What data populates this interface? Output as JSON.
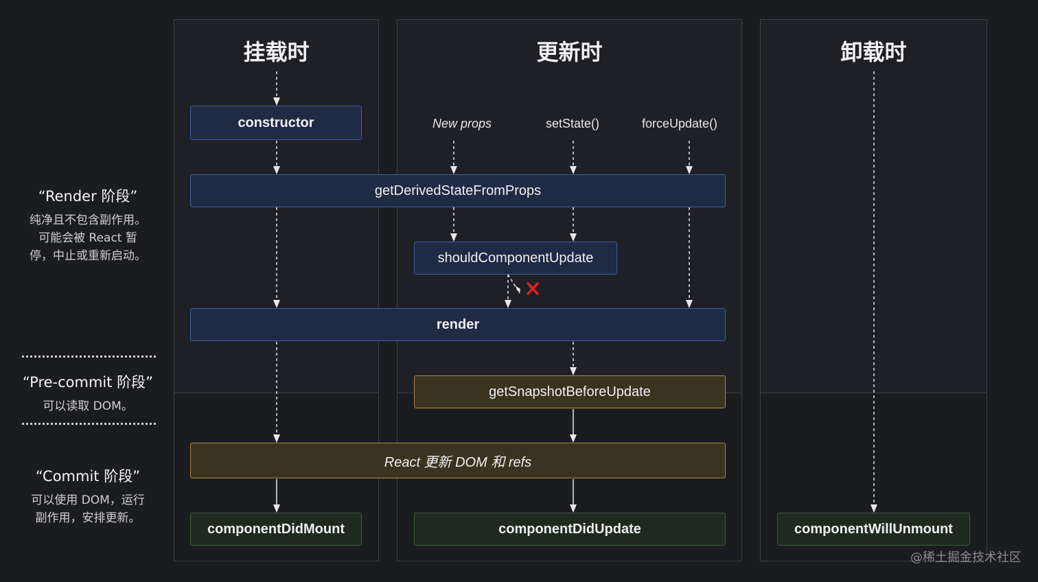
{
  "columns": {
    "mount": {
      "title": "挂载时"
    },
    "update": {
      "title": "更新时"
    },
    "unmount": {
      "title": "卸载时"
    }
  },
  "triggers": {
    "new_props": "New props",
    "set_state": "setState()",
    "force_update": "forceUpdate()"
  },
  "methods": {
    "constructor": "constructor",
    "get_derived_state": "getDerivedStateFromProps",
    "should_update": "shouldComponentUpdate",
    "render": "render",
    "get_snapshot": "getSnapshotBeforeUpdate",
    "react_updates": "React 更新 DOM 和 refs",
    "did_mount": "componentDidMount",
    "did_update": "componentDidUpdate",
    "will_unmount": "componentWillUnmount"
  },
  "phases": {
    "render": {
      "title": "“Render 阶段”",
      "desc": [
        "纯净且不包含副作用。",
        "可能会被 React 暂",
        "停，中止或重新启动。"
      ]
    },
    "precommit": {
      "title": "“Pre-commit 阶段”",
      "desc": [
        "可以读取 DOM。"
      ]
    },
    "commit": {
      "title": "“Commit 阶段”",
      "desc": [
        "可以使用 DOM，运行",
        "副作用，安排更新。"
      ]
    }
  },
  "colors": {
    "render_box_border": "#3f5fa8",
    "commit_box_border": "#b08a3c",
    "did_box_border": "#3e5a36",
    "cancel_mark": "#e02020"
  },
  "watermark": "@稀土掘金技术社区"
}
